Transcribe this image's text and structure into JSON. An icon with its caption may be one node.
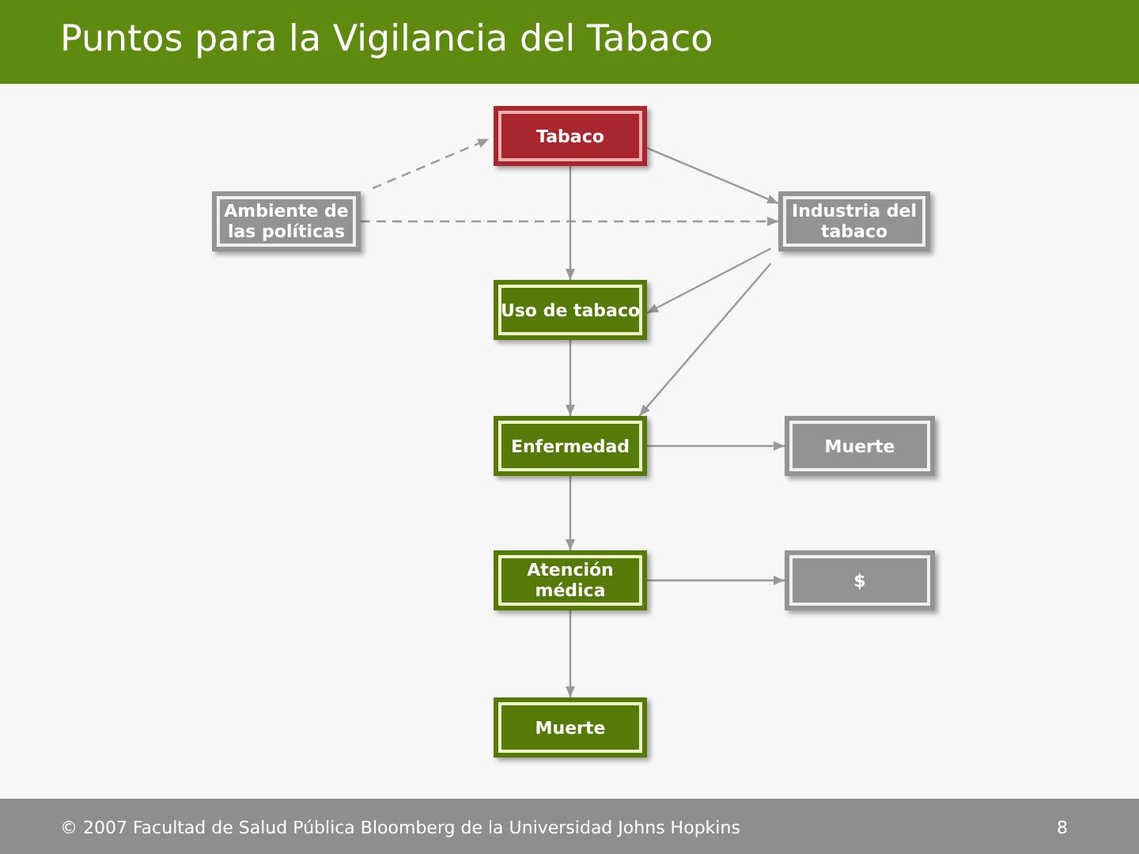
{
  "diagram": {
    "title": "Puntos para la Vigilancia del Tabaco",
    "nodes": [
      {
        "text": [
          "Tabaco"
        ]
      },
      {
        "text": [
          "Ambiente de las políticas"
        ]
      },
      {
        "text": [
          "Industria del tabaco"
        ]
      },
      {
        "text": [
          "Uso de tabaco"
        ]
      },
      {
        "text": [
          "Enfermedad"
        ]
      },
      {
        "text": [
          "Muerte"
        ]
      },
      {
        "text": [
          "Atención médica"
        ]
      },
      {
        "text": [
          "$"
        ]
      },
      {
        "text": [
          "Muerte"
        ]
      }
    ],
    "edges": [
      {
        "from": 1,
        "to": 0,
        "arrow": "to",
        "style": "dashed"
      },
      {
        "from": 0,
        "to": 2,
        "arrow": "to"
      },
      {
        "from": 1,
        "to": 2,
        "arrow": "to",
        "style": "dashed"
      },
      {
        "from": 0,
        "to": 3,
        "arrow": "to"
      },
      {
        "from": 2,
        "to": 3,
        "arrow": "to"
      },
      {
        "from": 2,
        "to": 4,
        "arrow": "to"
      },
      {
        "from": 3,
        "to": 4,
        "arrow": "to"
      },
      {
        "from": 4,
        "to": 5,
        "arrow": "to"
      },
      {
        "from": 4,
        "to": 6,
        "arrow": "to"
      },
      {
        "from": 6,
        "to": 7,
        "arrow": "to"
      },
      {
        "from": 6,
        "to": 8,
        "arrow": "to"
      }
    ],
    "labels": [
      "© 2007 Facultad de Salud Pública Bloomberg de la Universidad Johns Hopkins",
      "8"
    ]
  }
}
